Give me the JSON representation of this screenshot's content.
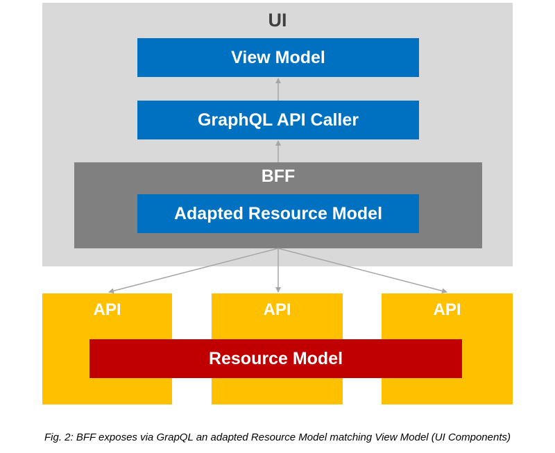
{
  "ui": {
    "title": "UI"
  },
  "view_model": {
    "label": "View Model"
  },
  "graphql_api_caller": {
    "label": "GraphQL API Caller"
  },
  "bff": {
    "title": "BFF",
    "adapted_resource_model": {
      "label": "Adapted Resource Model"
    }
  },
  "apis": [
    {
      "label": "API"
    },
    {
      "label": "API"
    },
    {
      "label": "API"
    }
  ],
  "resource_model": {
    "label": "Resource Model"
  },
  "caption": "Fig. 2: BFF exposes via GrapQL an adapted Resource Model matching View Model (UI Components)",
  "colors": {
    "ui_background": "#d9d9d9",
    "bff_background": "#808080",
    "component_blue": "#0070c0",
    "api_yellow": "#ffc000",
    "resource_red": "#c00000",
    "connector_gray": "#a6a6a6"
  }
}
